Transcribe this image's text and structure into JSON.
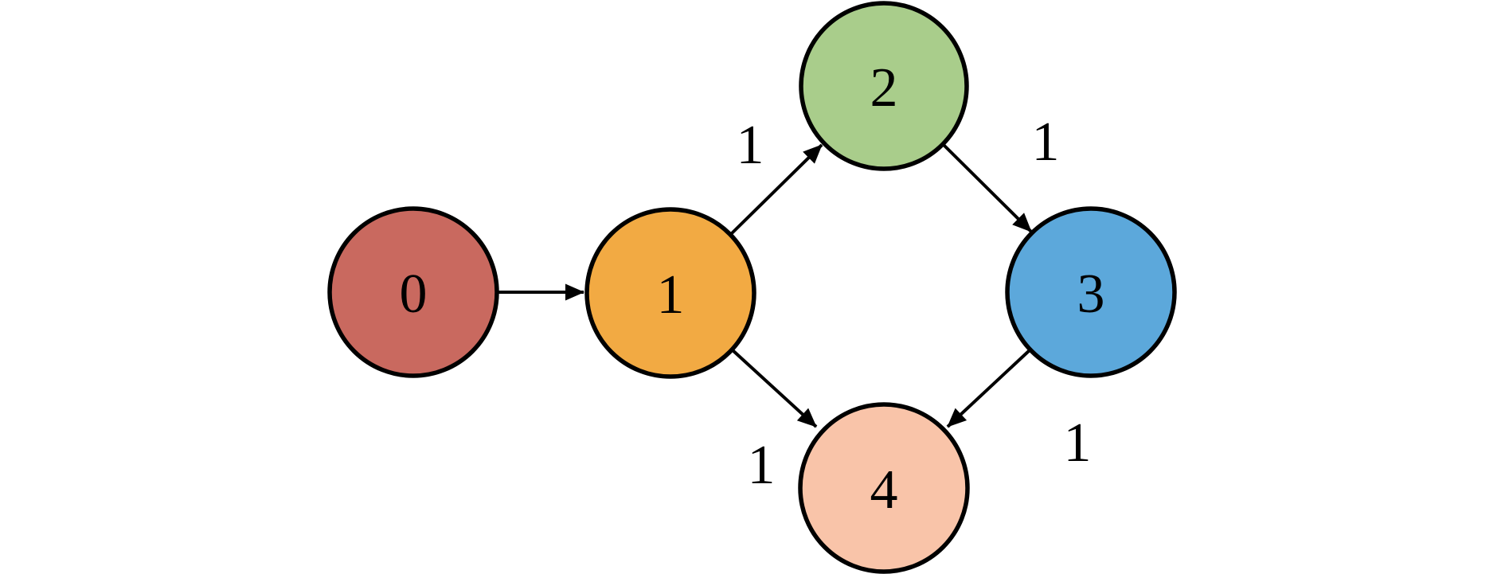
{
  "diagram": {
    "type": "directed-weighted-graph",
    "background_color": "#ffffff",
    "edge_color": "#000000",
    "node_outline_color": "#000000",
    "label_color": "#000000",
    "nodes": [
      {
        "id": 0,
        "label": "0",
        "fill": "#c9695f"
      },
      {
        "id": 1,
        "label": "1",
        "fill": "#f2aa43"
      },
      {
        "id": 2,
        "label": "2",
        "fill": "#a9cd8b"
      },
      {
        "id": 3,
        "label": "3",
        "fill": "#5ca8db"
      },
      {
        "id": 4,
        "label": "4",
        "fill": "#f9c4a9"
      }
    ],
    "edges": [
      {
        "from": 0,
        "to": 1
      },
      {
        "from": 1,
        "to": 2,
        "weight": "1"
      },
      {
        "from": 2,
        "to": 3,
        "weight": "1"
      },
      {
        "from": 1,
        "to": 4,
        "weight": "1"
      },
      {
        "from": 3,
        "to": 4,
        "weight": "1"
      }
    ]
  }
}
